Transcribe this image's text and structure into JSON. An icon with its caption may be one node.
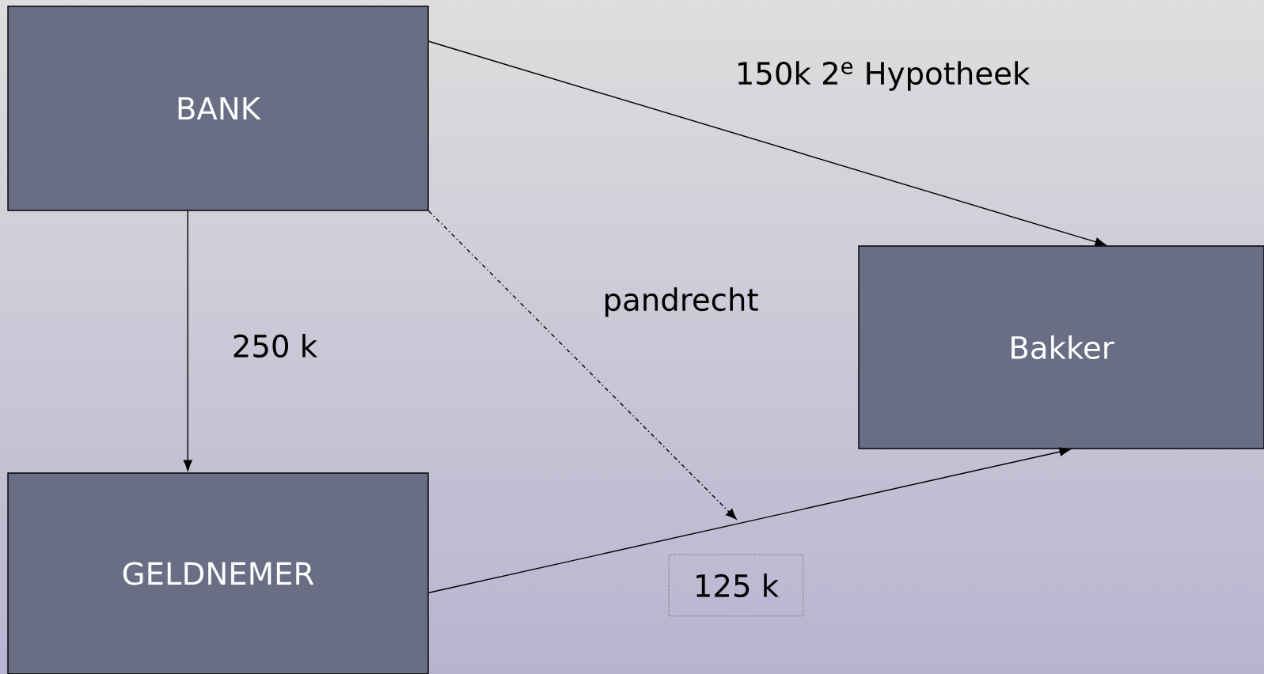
{
  "diagram": {
    "nodes": [
      {
        "text": [
          "BANK"
        ]
      },
      {
        "text": [
          "Bakker"
        ]
      },
      {
        "text": [
          "GELDNEMER"
        ]
      }
    ],
    "edges": [
      {
        "from": 0,
        "to": 1,
        "arrow": "to",
        "label": "150k 2$^{e}$ Hypotheek"
      },
      {
        "from": 0,
        "to": 2,
        "arrow": "to",
        "label": "250 k"
      },
      {
        "from": 0,
        "to": null,
        "arrow": "to",
        "style": "dashed",
        "label": "pandrecht"
      },
      {
        "from": 2,
        "to": 1,
        "arrow": "to",
        "label": "125 k"
      }
    ]
  }
}
